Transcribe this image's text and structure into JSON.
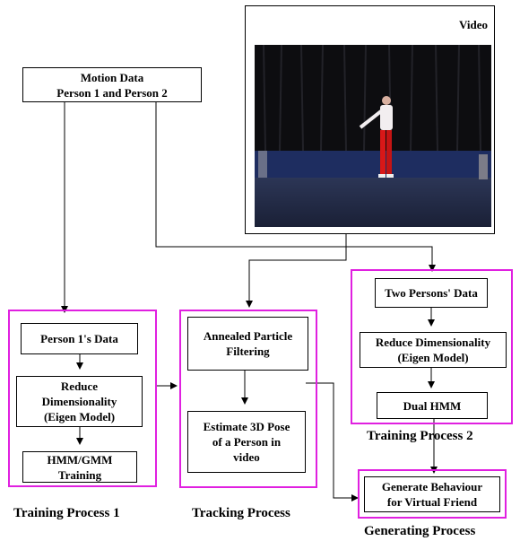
{
  "video": {
    "label": "Video"
  },
  "motion_data": {
    "line1": "Motion Data",
    "line2": "Person 1 and Person 2"
  },
  "training1": {
    "caption": "Training Process 1",
    "person_data": "Person 1's Data",
    "reduce": {
      "line1": "Reduce",
      "line2": "Dimensionality",
      "line3": "(Eigen Model)"
    },
    "hmm": {
      "line1": "HMM/GMM",
      "line2": "Training"
    }
  },
  "tracking": {
    "caption": "Tracking Process",
    "annealed": {
      "line1": "Annealed Particle",
      "line2": "Filtering"
    },
    "estimate": {
      "line1": "Estimate 3D Pose",
      "line2": "of a Person in",
      "line3": "video"
    }
  },
  "training2": {
    "caption": "Training Process 2",
    "two_persons": "Two Persons' Data",
    "reduce": {
      "line1": "Reduce Dimensionality",
      "line2": "(Eigen Model)"
    },
    "dual_hmm": "Dual HMM"
  },
  "generating": {
    "caption": "Generating Process",
    "behaviour": {
      "line1": "Generate Behaviour",
      "line2": "for Virtual Friend"
    }
  },
  "colors": {
    "group_border": "#e020e0",
    "curtain": "#111111",
    "wall": "#1c2a52",
    "floor": "#26304e",
    "trousers": "#d81818"
  }
}
